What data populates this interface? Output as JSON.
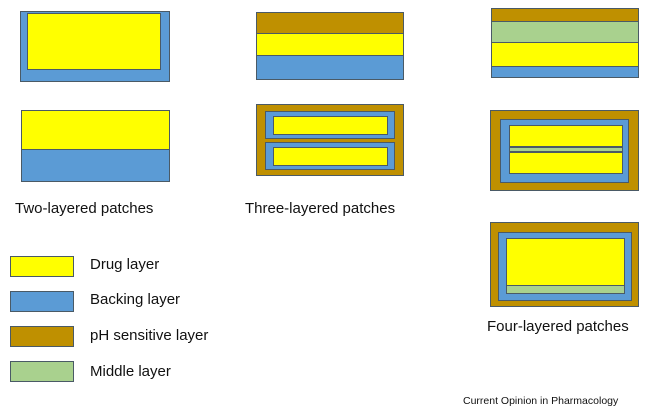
{
  "colors": {
    "drug": "#ffff00",
    "backing": "#5b9bd5",
    "ph": "#bf9000",
    "middle": "#a9d18e",
    "outline": "#4a5a66"
  },
  "captions": {
    "two": "Two-layered patches",
    "three": "Three-layered patches",
    "four": "Four-layered patches"
  },
  "legend": {
    "drug": "Drug layer",
    "backing": "Backing layer",
    "ph": "pH sensitive layer",
    "middle": "Middle layer"
  },
  "source": "Current Opinion in Pharmacology"
}
